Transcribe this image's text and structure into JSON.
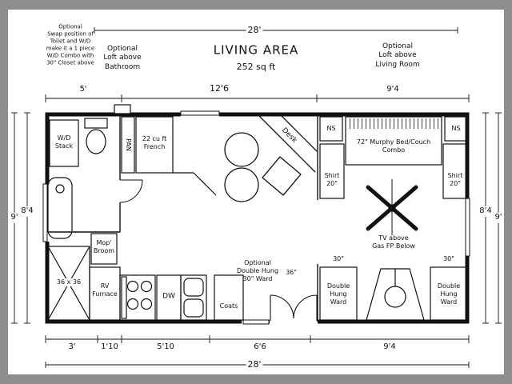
{
  "title": {
    "main": "LIVING AREA",
    "sub": "252 sq ft"
  },
  "notes": {
    "swap": [
      "Optional",
      "Swap position of",
      "Toilet and W/D",
      "make it a 1 piece",
      "W/D Combo with",
      "30\" Closet above"
    ],
    "loft_bath": [
      "Optional",
      "Loft above",
      "Bathroom"
    ],
    "loft_living": [
      "Optional",
      "Loft above",
      "Living Room"
    ]
  },
  "dims": {
    "overall_top": "28'",
    "overall_bottom": "28'",
    "top": [
      "5'",
      "12'6",
      "9'4"
    ],
    "bottom": [
      "3'",
      "1'10",
      "5'10",
      "6'6",
      "9'4"
    ],
    "left_inner": "8'4",
    "left_outer": "9'",
    "right_inner": "8'4",
    "right_outer": "9'"
  },
  "labels": {
    "wd": [
      "W/D",
      "Stack"
    ],
    "pan": "PAN",
    "fridge": [
      "22 cu ft",
      "French"
    ],
    "desk": "Desk",
    "ns_left": "NS",
    "ns_right": "NS",
    "bed": [
      "72\" Murphy Bed/Couch",
      "Combo"
    ],
    "shirt_left": [
      "Shirt",
      "20\""
    ],
    "shirt_right": [
      "Shirt",
      "20\""
    ],
    "mop": [
      "Mop'",
      "Broom"
    ],
    "furnace": [
      "RV",
      "Furnace"
    ],
    "shower": "36 x 36",
    "dw": "DW",
    "coats": "Coats",
    "opt_ward": [
      "Optional",
      "Double Hung",
      "30\" Ward"
    ],
    "door": "36\"",
    "tv": [
      "TV above",
      "Gas FP Below"
    ],
    "w30_left": "30\"",
    "w30_right": "30\"",
    "ward_left": [
      "Double",
      "Hung",
      "Ward"
    ],
    "ward_right": [
      "Double",
      "Hung",
      "Ward"
    ]
  }
}
